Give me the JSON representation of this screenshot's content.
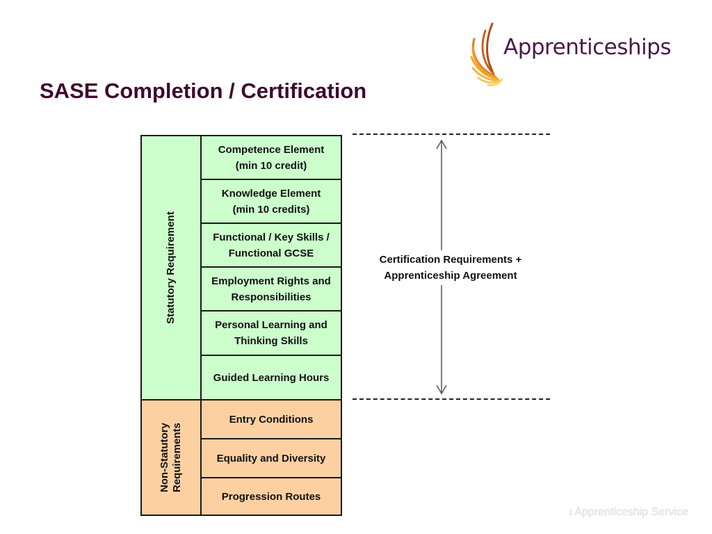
{
  "title": "SASE Completion / Certification",
  "logo": {
    "text": "Apprenticeships",
    "icon": "sunburst-logo-icon"
  },
  "colors": {
    "statutory": "#ccffcc",
    "non_statutory": "#fdd0a2",
    "title": "#3d0a2e",
    "logo_ray": "#f5a623"
  },
  "groups": {
    "statutory": "Statutory Requirement",
    "non_statutory_line1": "Non-Statutory",
    "non_statutory_line2": "Requirements"
  },
  "rows": [
    {
      "line1": "Competence Element",
      "line2": "(min 10 credit)"
    },
    {
      "line1": "Knowledge Element",
      "line2": "(min 10 credits)"
    },
    {
      "line1": "Functional / Key Skills /",
      "line2": "Functional GCSE"
    },
    {
      "line1": "Employment Rights and",
      "line2": "Responsibilities"
    },
    {
      "line1": "Personal Learning and",
      "line2": "Thinking Skills"
    },
    {
      "line1": "Guided Learning Hours"
    },
    {
      "line1": "Entry Conditions"
    },
    {
      "line1": "Equality and Diversity"
    },
    {
      "line1": "Progression Routes"
    }
  ],
  "annotation": {
    "line1": "Certification Requirements +",
    "line2": "Apprenticeship Agreement"
  },
  "footer": "ı Apprenticeship Service"
}
